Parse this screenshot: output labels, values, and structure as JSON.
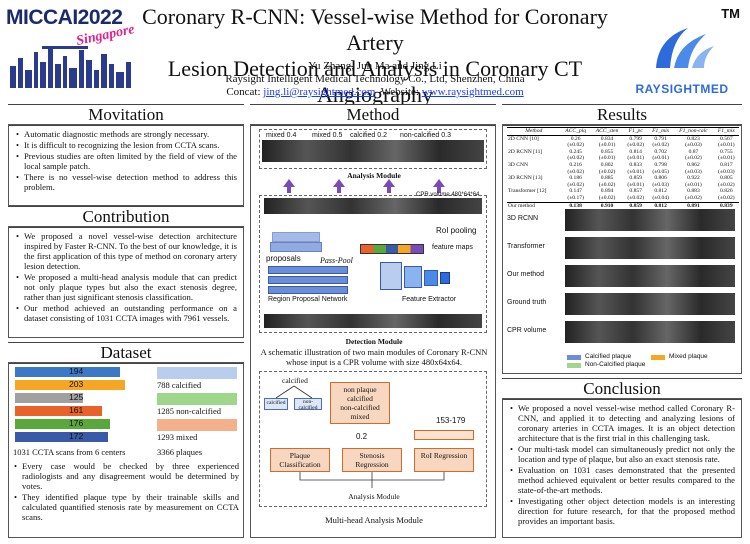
{
  "header": {
    "logo_left_text": "MICCAI2022",
    "logo_left_sub": "Singapore",
    "title_line1": "Coronary R-CNN: Vessel-wise Method for Coronary Artery",
    "title_line2": "Lesion Detection and Analysis in Coronary CT Angiography",
    "authors": "Yu Zhang, Jun Ma and Jing Li",
    "affiliation": "Raysight Intelligent Medical Technology Co., Ltd, Shenzhen, China",
    "contact_label": "Concat:",
    "contact_email": "jing.li@raysightmed.com",
    "website_label": "Website:",
    "website_url": "www.raysightmed.com",
    "logo_right_tm": "TM",
    "logo_right_text": "RAYSIGHTMED"
  },
  "motivation": {
    "title": "Movitation",
    "bullets": [
      "Automatic diagnostic methods are strongly necessary.",
      "It is difficult to recognizing the lesion from CCTA scans.",
      "Previous studies are often limited by the field of view of the local sample patch.",
      "There is no vessel-wise detection method to address this problem."
    ]
  },
  "contribution": {
    "title": "Contribution",
    "bullets": [
      "We proposed a novel vessel-wise detection architecture inspired by Faster R-CNN. To the best of our knowledge, it is the first application of this type of method on coronary artery lesion detection.",
      "We proposed a multi-head analysis module that can predict not only plaque types but also the exact stenosis degree, rather than just significant stenosis classification.",
      "Our method achieved an outstanding performance on a dataset consisting of 1031 CCTA images with 7961 vessels."
    ]
  },
  "dataset": {
    "title": "Dataset",
    "centers": [
      {
        "value": "194",
        "color": "#3c78c8"
      },
      {
        "value": "203",
        "color": "#f5a623"
      },
      {
        "value": "125",
        "color": "#a0a0a0"
      },
      {
        "value": "161",
        "color": "#e8622a"
      },
      {
        "value": "176",
        "color": "#5aa83c"
      },
      {
        "value": "172",
        "color": "#3a5aa8"
      }
    ],
    "centers_caption": "1031 CCTA scans from 6 centers",
    "plaques": [
      {
        "label": "788 calcified",
        "color": "#b9cdee"
      },
      {
        "label": "1285 non-calcified",
        "color": "#9fd68c"
      },
      {
        "label": "1293 mixed",
        "color": "#f3b08a"
      }
    ],
    "plaques_caption": "3366 plaques",
    "bullets": [
      "Every case would be checked by three experienced radiologists and any disagreement would be determined by votes.",
      "They identified plaque type by their trainable skills and calculated quantified stenosis rate by measurement on CCTA scans."
    ]
  },
  "method": {
    "title": "Method",
    "strip_labels": [
      "mixed 0.4",
      "mixed 0.5",
      "calcified 0.2",
      "non-calcified 0.3"
    ],
    "cpr_label": "CPR volume 480*64*64",
    "analysis_module": "Analysis Module",
    "roi_pooling": "RoI pooling",
    "proposals": "proposals",
    "pass_pool": "Pass-Pool",
    "feature_maps": "feature maps",
    "rpn": "Region Proposal Network",
    "feature_extractor": "Feature Extractor",
    "detection_module": "Detection Module",
    "caption": "A schematic illustration of two main modules of Coronary R-CNN whose input is a CPR volume with size 480x64x64.",
    "mh_calcified": "calcified",
    "mh_calcified_small": "calcified",
    "mh_noncalcified_small": "non-calcified",
    "mh_types": [
      "non plaque",
      "calcified",
      "non-calcified",
      "mixed"
    ],
    "mh_stenosis_value": "0.2",
    "mh_roi_value": "153-179",
    "mh_plaque": "Plaque Classification",
    "mh_stenosis": "Stenosis Regression",
    "mh_roi": "RoI Regression",
    "mh_analysis_module": "Analysis Module",
    "mh_caption": "Multi-head Analysis Module"
  },
  "results": {
    "title": "Results",
    "table_header": [
      "Method",
      "ACC_plq",
      "ACC_sten",
      "F1_pc",
      "F1_mix",
      "F1_non-calc",
      "F1_mix"
    ],
    "table_rows": [
      [
        "2D CNN [10]",
        "0.26",
        "0.834",
        "0.799",
        "0.791",
        "0.823",
        "0.567"
      ],
      [
        "",
        "(±0.02)",
        "(±0.01)",
        "(±0.02)",
        "(±0.02)",
        "(±0.03)",
        "(±0.01)"
      ],
      [
        "2D RCNN [11]",
        "0.245",
        "0.855",
        "0.814",
        "0.702",
        "0.87",
        "0.755"
      ],
      [
        "",
        "(±0.02)",
        "(±0.01)",
        "(±0.01)",
        "(±0.01)",
        "(±0.02)",
        "(±0.01)"
      ],
      [
        "3D CNN",
        "0.216",
        "0.802",
        "0.833",
        "0.798",
        "0.862",
        "0.817"
      ],
      [
        "",
        "(±0.02)",
        "(±0.02)",
        "(±0.01)",
        "(±0.05)",
        "(±0.03)",
        "(±0.03)"
      ],
      [
        "3D RCNN [13]",
        "0.186",
        "0.885",
        "0.859",
        "0.806",
        "0.922",
        "0.805"
      ],
      [
        "",
        "(±0.02)",
        "(±0.02)",
        "(±0.01)",
        "(±0.03)",
        "(±0.01)",
        "(±0.02)"
      ],
      [
        "Transformer [12]",
        "0.147",
        "0.894",
        "0.857",
        "0.812",
        "0.883",
        "0.826"
      ],
      [
        "",
        "(±0.17)",
        "(±0.02)",
        "(±0.02)",
        "(±0.04)",
        "(±0.02)",
        "(±0.02)"
      ],
      [
        "Our method",
        "0.138",
        "0.910",
        "0.859",
        "0.812",
        "0.891",
        "0.839"
      ]
    ],
    "row_labels": [
      "3D RCNN",
      "Transformer",
      "Our method",
      "Ground truth",
      "CPR volume"
    ],
    "legend": [
      {
        "label": "Calcified plaque",
        "color": "#6a8fd8"
      },
      {
        "label": "Mixed plaque",
        "color": "#f5a623"
      },
      {
        "label": "Non-Calcified plaque",
        "color": "#9fd68c"
      }
    ]
  },
  "conclusion": {
    "title": "Conclusion",
    "bullets": [
      "We proposed a novel vessel-wise method called Coronary R-CNN, and applied it to detecting and analyzing lesions of coronary arteries in CCTA images. It is an object detection architecture that is the first trial in this challenging task.",
      "Our multi-task model can simultaneously predict not only the location and type of plaque, but also an exact stenosis rate.",
      "Evaluation on 1031 cases demonstrated that the presented method achieved equivalent or better results compared to the state-of-the-art methods.",
      "Investigating other object detection models is an interesting direction for future research, for that the proposed method provides an important basis."
    ]
  }
}
